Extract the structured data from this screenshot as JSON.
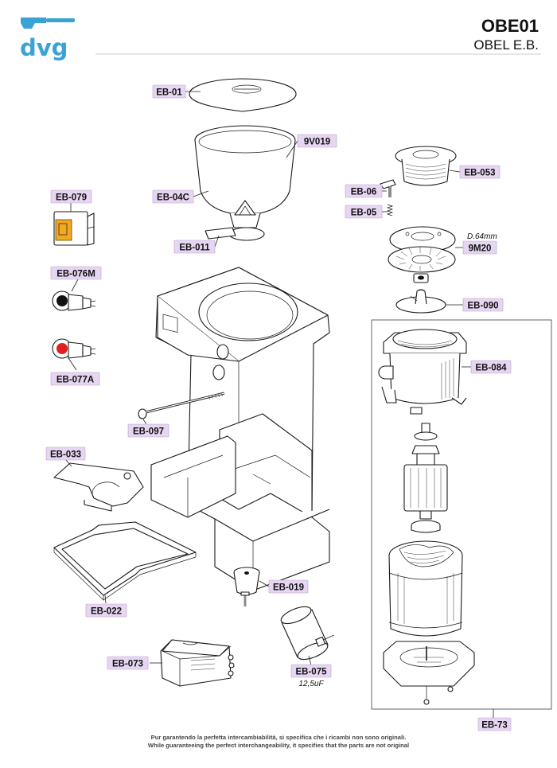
{
  "header": {
    "code": "OBE01",
    "name": "OBEL E.B."
  },
  "logo": {
    "text": "dvg",
    "color": "#3aa3d6"
  },
  "label_color": "#e6d6f2",
  "parts": {
    "eb01": "EB-01",
    "v9019": "9V019",
    "eb04c": "EB-04C",
    "eb011": "EB-011",
    "eb079": "EB-079",
    "eb076m": "EB-076M",
    "eb077a": "EB-077A",
    "eb097": "EB-097",
    "eb033": "EB-033",
    "eb022": "EB-022",
    "eb019": "EB-019",
    "eb073": "EB-073",
    "eb075": "EB-075",
    "eb053": "EB-053",
    "eb06": "EB-06",
    "eb05": "EB-05",
    "m920": "9M20",
    "eb090": "EB-090",
    "eb084": "EB-084",
    "eb73": "EB-73"
  },
  "notes": {
    "burr_diameter": "D.64mm",
    "capacitor_value": "12,5uF"
  },
  "footer": {
    "line_it": "Pur garantendo la perfetta intercambiabilità, si specifica che i ricambi non sono originali.",
    "line_en": "While guaranteeing the perfect interchangeability, it specifies that the parts are not original"
  }
}
